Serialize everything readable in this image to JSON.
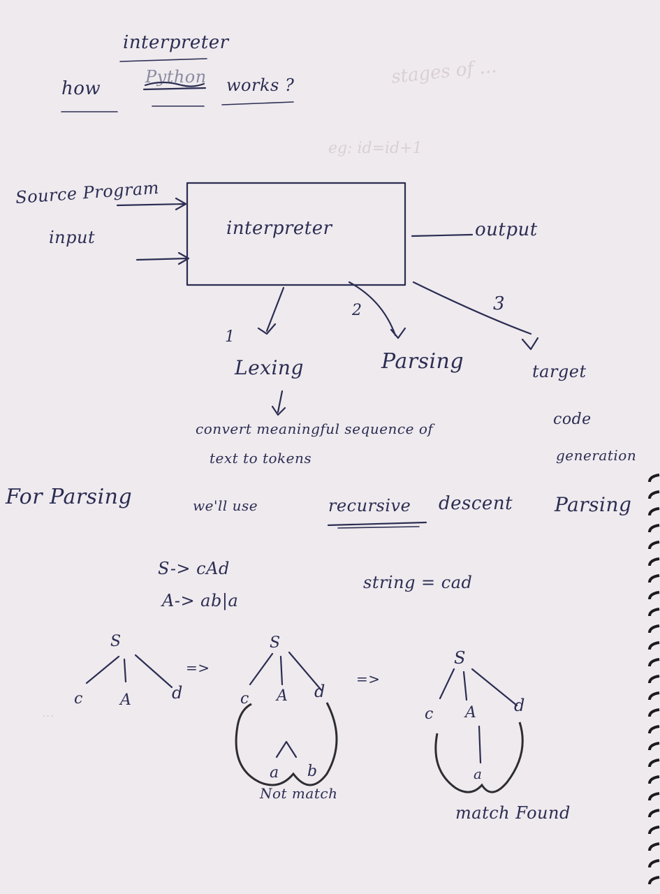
{
  "title": {
    "how": "how",
    "scribble": "Python",
    "works": "works ?",
    "interpreter": "interpreter"
  },
  "diagram": {
    "source_program": "Source Program",
    "input": "input",
    "box_label": "interpreter",
    "output": "output",
    "num1": "1",
    "num2": "2",
    "num3": "3",
    "lexing": "Lexing",
    "parsing": "Parsing",
    "target": "target",
    "code": "code",
    "generation": "generation",
    "lexing_desc_1": "convert meaningful sequence of",
    "lexing_desc_2": "text to tokens"
  },
  "note": {
    "for_parsing": "For Parsing",
    "well_use": "we'll use",
    "recursive": "recursive",
    "descent": "descent",
    "parsing": "Parsing"
  },
  "grammar": {
    "rule1": "S-> cAd",
    "rule2": "A-> ab|a",
    "string_label": "string = cad"
  },
  "trees": {
    "arrow1": "=>",
    "arrow2": "=>",
    "tree1": {
      "root": "S",
      "left": "c",
      "mid": "A",
      "right": "d"
    },
    "tree2": {
      "root": "S",
      "left": "c",
      "mid": "A",
      "right": "d",
      "leaf1": "a",
      "leaf2": "b",
      "caption": "Not match"
    },
    "tree3": {
      "root": "S",
      "left": "c",
      "mid": "A",
      "right": "d",
      "leaf": "a",
      "caption": "match Found"
    }
  },
  "colors": {
    "ink": "#2b2d52",
    "paper": "#efeaee",
    "ghost": "#d9cfd6"
  }
}
